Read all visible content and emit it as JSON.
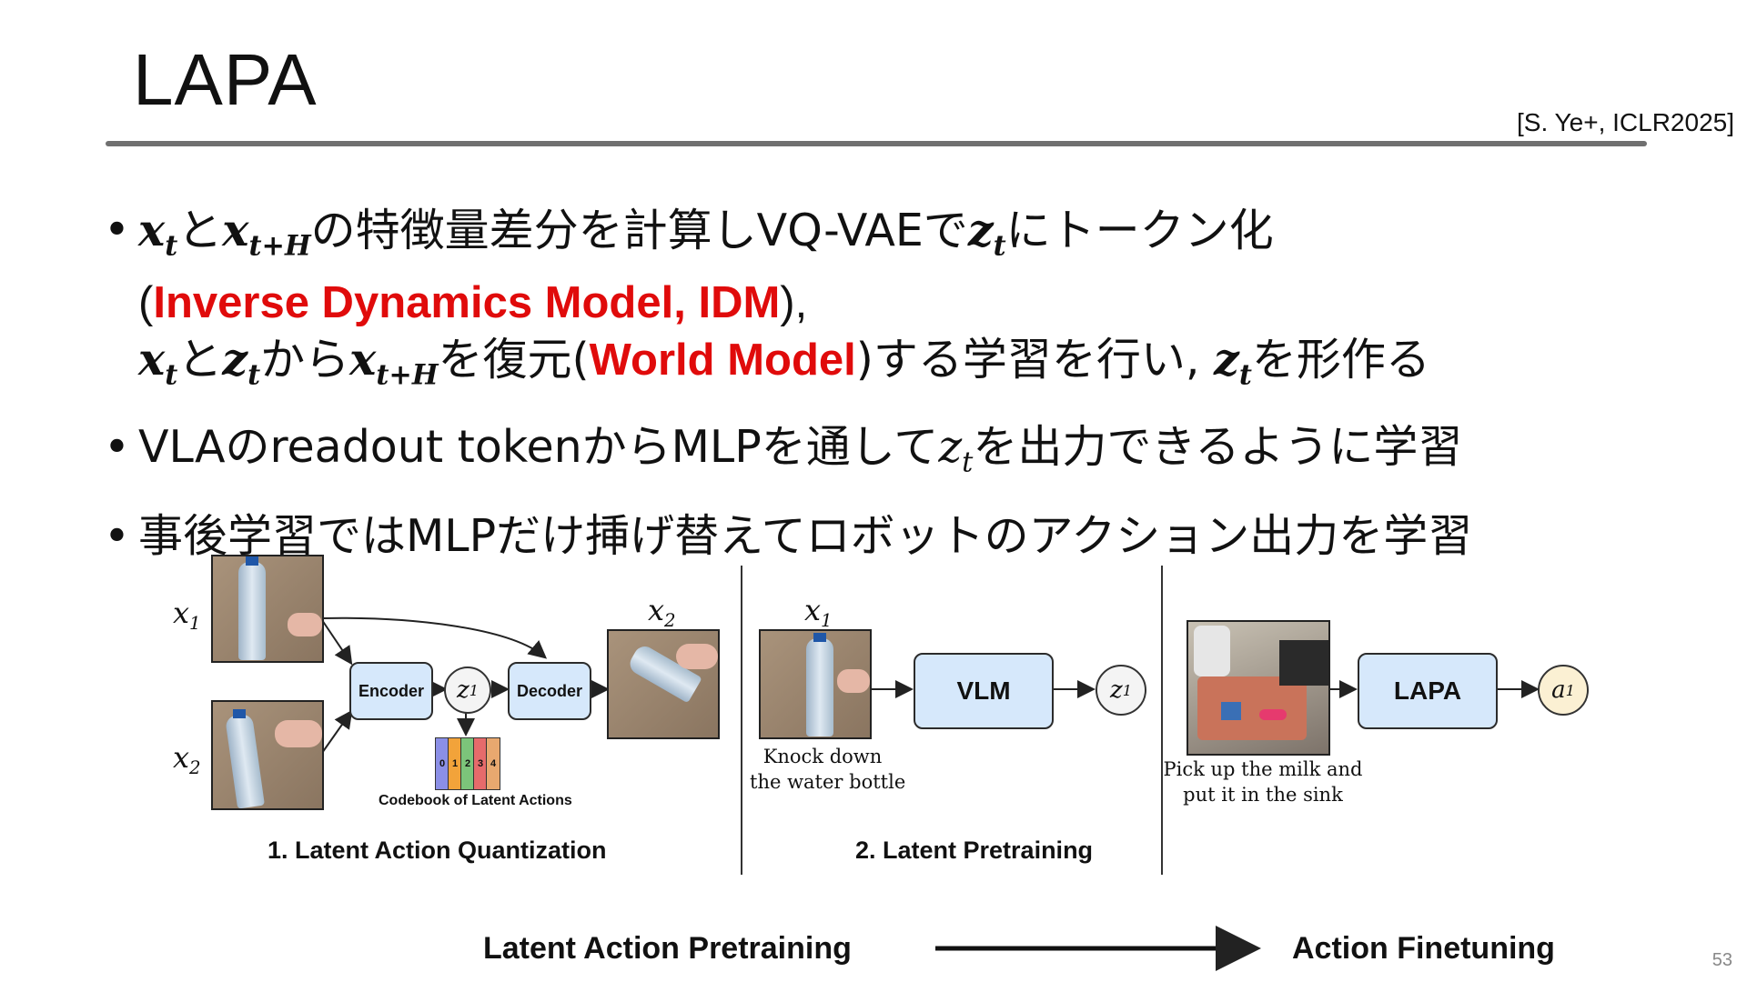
{
  "slide": {
    "title": "LAPA",
    "citation": "[S. Ye+, ICLR2025]",
    "page_number": "53"
  },
  "bullets": {
    "b1": {
      "dot": "•",
      "x_t_a": "x",
      "t_sub": "t",
      "to1": "と",
      "x_tH": "x",
      "tH_sub": "t+H",
      "text1": "の特徴量差分を計算しVQ-VAEで",
      "z_t": "z",
      "text2": "にトークン化",
      "paren_open": "(",
      "idm": "Inverse Dynamics Model, IDM",
      "paren_close": "),",
      "to2": "と",
      "kara": "から",
      "text3": "を復元(",
      "world_model": "World Model",
      "text4": ")する学習を行い,",
      "text5": "を形作る"
    },
    "b2": {
      "dot": "•",
      "text1": "VLAのreadout tokenからMLPを通して",
      "z": "z",
      "sub": "t",
      "text2": "を出力できるように学習"
    },
    "b3": {
      "dot": "•",
      "text": "事後学習ではMLPだけ挿げ替えてロボットのアクション出力を学習"
    }
  },
  "figure": {
    "x1_label": "x",
    "x1_sub": "1",
    "x2_label": "x",
    "x2_sub": "2",
    "encoder": "Encoder",
    "decoder": "Decoder",
    "z1": "z",
    "z1_sub": "1",
    "codebook_indices": [
      "0",
      "1",
      "2",
      "3",
      "4"
    ],
    "codebook_colors": [
      "#8b8fe6",
      "#f2a33a",
      "#7cc47a",
      "#e66b6b",
      "#e8a86f"
    ],
    "codebook_label": "Codebook of Latent Actions",
    "stage1_label": "1. Latent Action Quantization",
    "vlm": "VLM",
    "knock_line1": "Knock down",
    "knock_line2": "the water bottle",
    "stage2_label": "2. Latent Pretraining",
    "lapa": "LAPA",
    "a1": "a",
    "a1_sub": "1",
    "milk_line1": "Pick up the milk and",
    "milk_line2": "put it in the sink",
    "pretraining_label": "Latent Action Pretraining",
    "finetuning_label": "Action Finetuning"
  }
}
